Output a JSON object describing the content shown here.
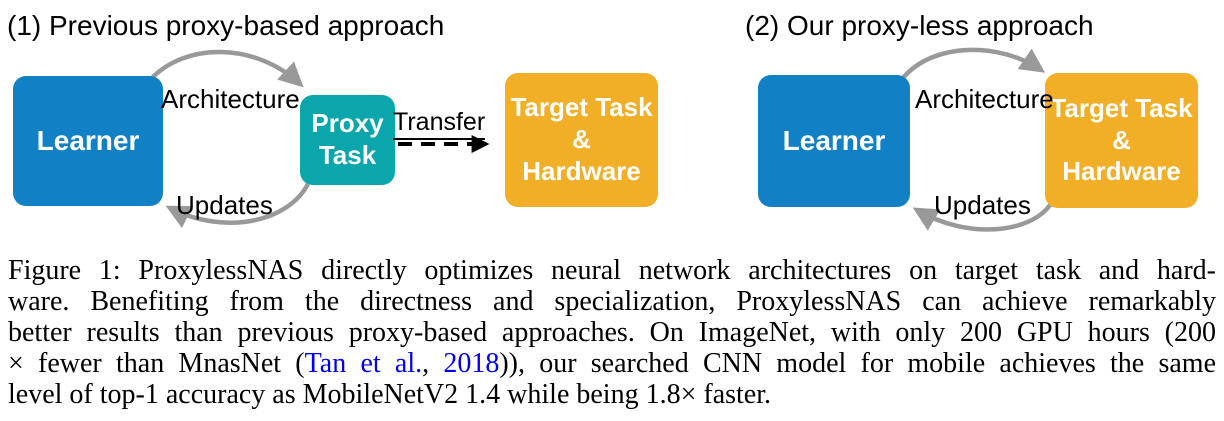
{
  "panels": [
    {
      "title": "(1) Previous proxy-based approach",
      "nodes": {
        "learner": "Learner",
        "proxy_line1": "Proxy",
        "proxy_line2": "Task",
        "target_line1": "Target Task",
        "target_line2": "&",
        "target_line3": "Hardware"
      },
      "labels": {
        "architecture": "Architecture",
        "transfer": "Transfer",
        "updates": "Updates"
      }
    },
    {
      "title": "(2) Our proxy-less approach",
      "nodes": {
        "learner": "Learner",
        "target_line1": "Target Task",
        "target_line2": "&",
        "target_line3": "Hardware"
      },
      "labels": {
        "architecture": "Architecture",
        "updates": "Updates"
      }
    }
  ],
  "caption": {
    "line1": "Figure 1: ProxylessNAS directly optimizes neural network architectures on target task and hard-",
    "line2": "ware. Benefiting from the directness and specialization, ProxylessNAS can achieve remarkably",
    "line3": "better results than previous proxy-based approaches. On ImageNet, with only 200 GPU hours (200",
    "line4": {
      "pre": "× fewer than MnasNet (",
      "link1": "Tan et al.",
      "mid": ", ",
      "link2": "2018",
      "post": ")), our searched CNN model for mobile achieves the same"
    },
    "line5": "level of top-1 accuracy as MobileNetV2 1.4 while being 1.8× faster."
  },
  "colors": {
    "learner_blue": "#1180C4",
    "proxy_teal": "#0AA6AC",
    "target_orange": "#F1AE27",
    "arrow_gray": "#999999",
    "transfer_arrow_black": "#000000",
    "citation_link_blue": "#0000EE"
  }
}
